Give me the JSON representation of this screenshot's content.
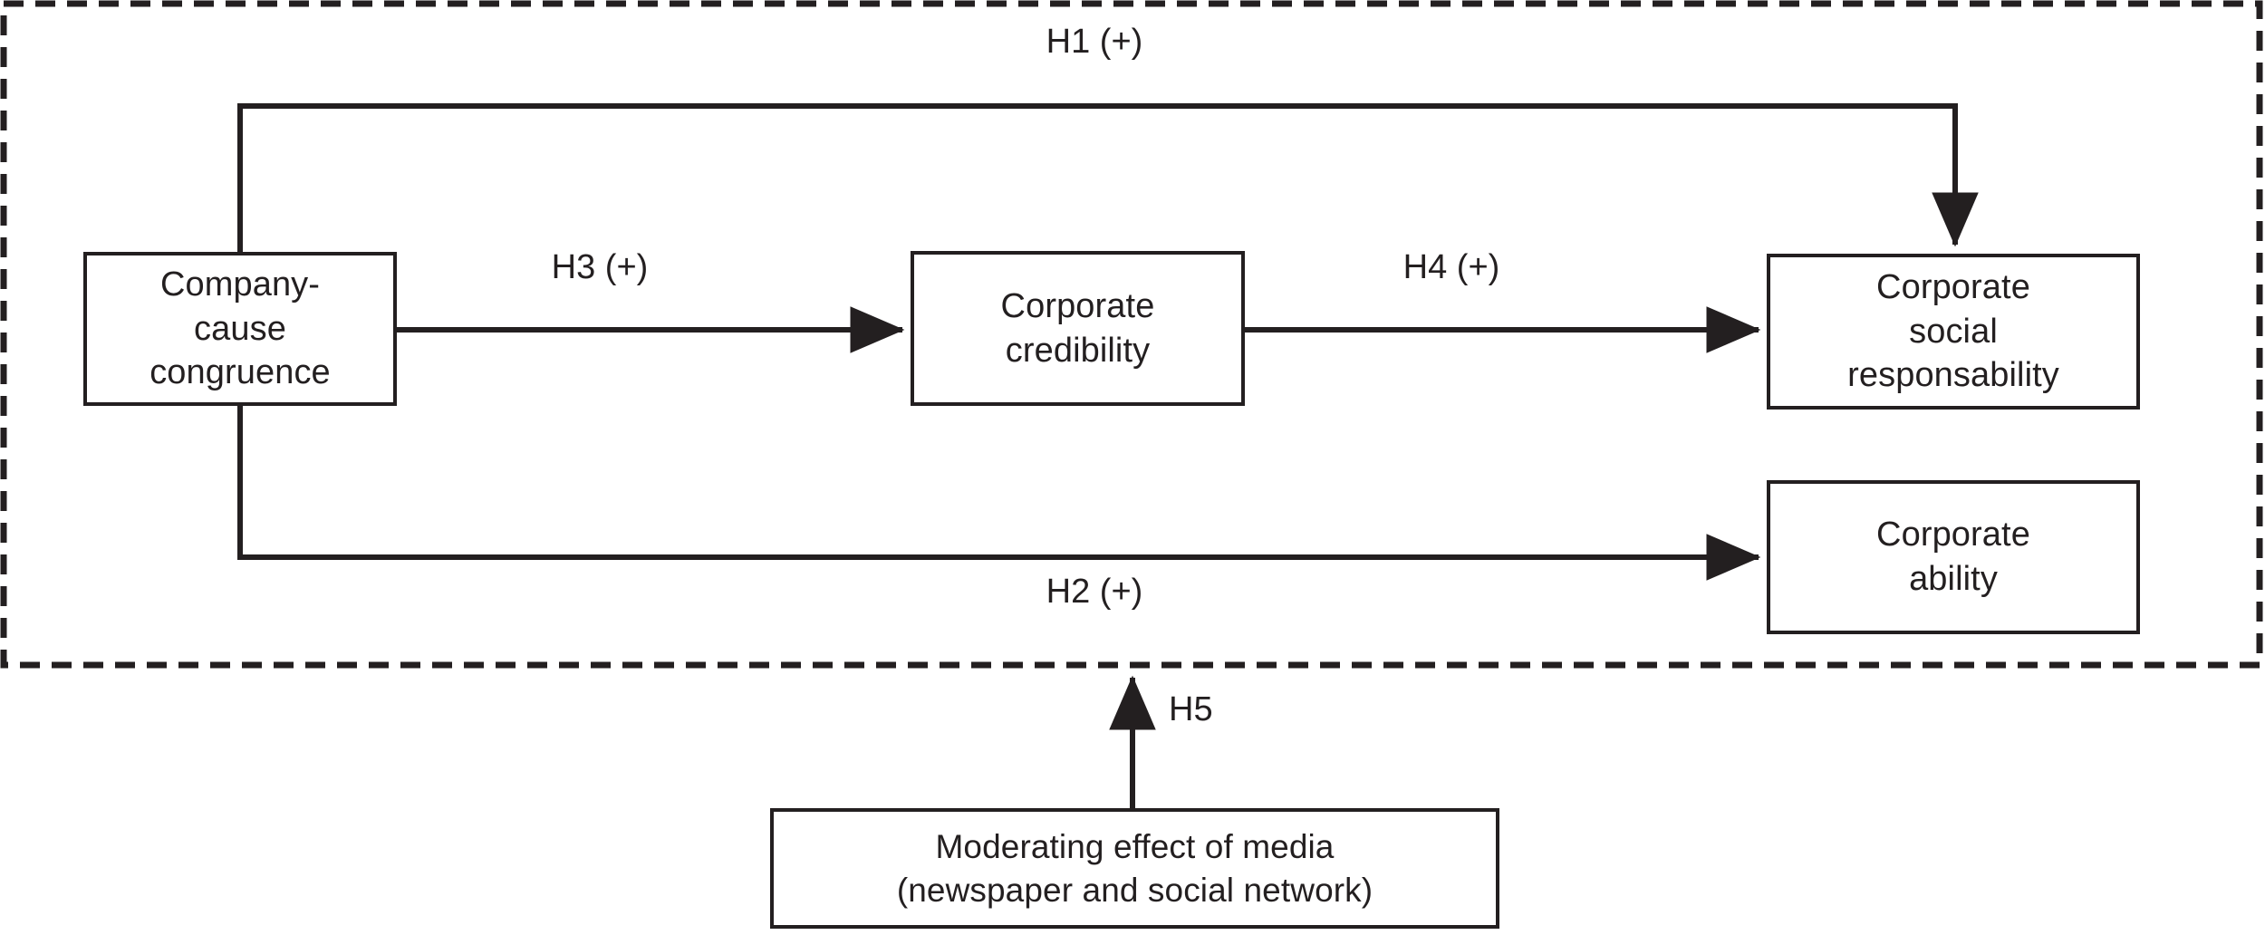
{
  "diagram": {
    "type": "conceptual-model",
    "frame": {
      "style": "dashed",
      "color": "#231f20",
      "description": "dashed boundary enclosing the main research model"
    },
    "nodes": [
      {
        "id": "congruence",
        "label": "Company-\ncause\ncongruence"
      },
      {
        "id": "credibility",
        "label": "Corporate\ncredibility"
      },
      {
        "id": "csr",
        "label": "Corporate\nsocial\nresponsability"
      },
      {
        "id": "ability",
        "label": "Corporate\nability"
      },
      {
        "id": "moderator",
        "label": "Moderating effect of media\n(newspaper and social network)"
      }
    ],
    "edges": [
      {
        "id": "h1",
        "label": "H1 (+)",
        "from": "congruence",
        "to": "csr",
        "sign": "+"
      },
      {
        "id": "h2",
        "label": "H2 (+)",
        "from": "congruence",
        "to": "ability",
        "sign": "+"
      },
      {
        "id": "h3",
        "label": "H3 (+)",
        "from": "congruence",
        "to": "credibility",
        "sign": "+"
      },
      {
        "id": "h4",
        "label": "H4 (+)",
        "from": "credibility",
        "to": "csr",
        "sign": "+"
      },
      {
        "id": "h5",
        "label": "H5",
        "from": "moderator",
        "to": "model-frame",
        "sign": ""
      }
    ],
    "colors": {
      "line": "#231f20",
      "background": "#ffffff",
      "box_fill": "#ffffff"
    }
  }
}
